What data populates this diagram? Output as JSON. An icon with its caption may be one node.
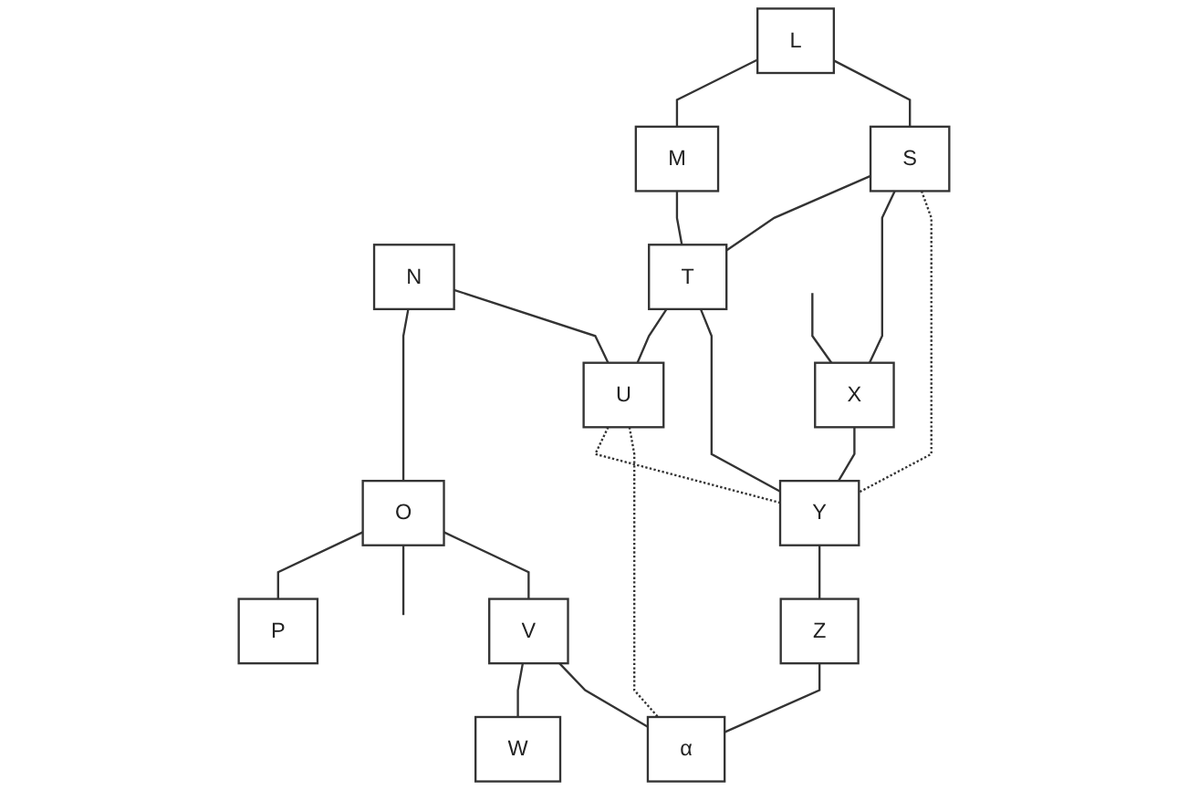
{
  "diagram": {
    "nodes": [
      {
        "text": [
          "L"
        ]
      },
      {
        "text": [
          "M"
        ]
      },
      {
        "text": [
          "N"
        ]
      },
      {
        "text": [
          "O"
        ]
      },
      {
        "text": [
          "P"
        ]
      },
      {
        "text": [
          "S"
        ]
      },
      {
        "text": [
          "T"
        ]
      },
      {
        "text": [
          "U"
        ]
      },
      {
        "text": [
          "V"
        ]
      },
      {
        "text": [
          "W"
        ]
      },
      {
        "text": [
          "X"
        ]
      },
      {
        "text": [
          "Y"
        ]
      },
      {
        "text": [
          "Z"
        ]
      },
      {
        "text": [
          "α"
        ]
      }
    ],
    "edges": [
      {
        "from": 0,
        "to": 1,
        "arrow": "none"
      },
      {
        "from": 2,
        "to": 3,
        "arrow": "none"
      },
      {
        "from": 3,
        "to": 4,
        "arrow": "none"
      },
      {
        "from": 3,
        "to": null,
        "arrow": "none"
      },
      {
        "from": 0,
        "to": 5,
        "arrow": "none"
      },
      {
        "from": 1,
        "to": 6,
        "arrow": "none"
      },
      {
        "from": 2,
        "to": 7,
        "arrow": "none"
      },
      {
        "from": 3,
        "to": 8,
        "arrow": "none"
      },
      {
        "from": 5,
        "to": 6,
        "arrow": "none"
      },
      {
        "from": 6,
        "to": 7,
        "arrow": "none"
      },
      {
        "from": 8,
        "to": 9,
        "arrow": "none"
      },
      {
        "from": 5,
        "to": 10,
        "arrow": "none"
      },
      {
        "from": 5,
        "to": 11,
        "arrow": "none",
        "style": "dashed"
      },
      {
        "from": 6,
        "to": 11,
        "arrow": "none"
      },
      {
        "from": 7,
        "to": 11,
        "arrow": "none",
        "style": "dashed"
      },
      {
        "from": 7,
        "to": 13,
        "arrow": "none",
        "style": "dashed"
      },
      {
        "from": 8,
        "to": 13,
        "arrow": "none"
      },
      {
        "from": null,
        "to": 10,
        "arrow": "none"
      },
      {
        "from": 10,
        "to": 11,
        "arrow": "none"
      },
      {
        "from": 11,
        "to": 12,
        "arrow": "none"
      },
      {
        "from": 12,
        "to": 13,
        "arrow": "none"
      }
    ]
  }
}
